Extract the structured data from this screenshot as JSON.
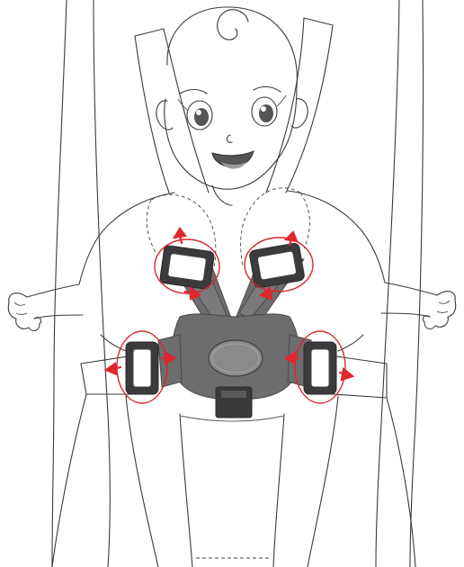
{
  "figure": {
    "colors": {
      "outline": "#3a3a3a",
      "harness_strap": "#6d6d6f",
      "buckle": "#3b3b3d",
      "highlight_ring": "#d9262e",
      "adjust_arrow": "#e0262d"
    },
    "icons": [
      "baby-figure",
      "carrier-panel",
      "shoulder-strap-buckle",
      "waist-strap-buckle",
      "center-buckle",
      "adjust-arrow"
    ]
  }
}
